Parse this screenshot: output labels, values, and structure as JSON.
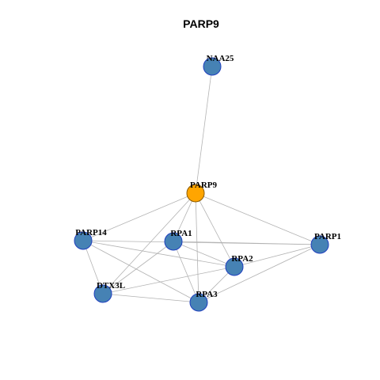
{
  "title": "PARP9",
  "colors": {
    "background": "#ffffff",
    "node_fill": "#4682b4",
    "node_stroke": "#1f3fbf",
    "center_fill": "#ffa500",
    "center_stroke": "#8a5a00",
    "edge": "#b3b3b3"
  },
  "network": {
    "nodes": [
      {
        "id": "NAA25",
        "label": "NAA25",
        "highlight": false
      },
      {
        "id": "PARP9",
        "label": "PARP9",
        "highlight": true
      },
      {
        "id": "PARP14",
        "label": "PARP14",
        "highlight": false
      },
      {
        "id": "RPA1",
        "label": "RPA1",
        "highlight": false
      },
      {
        "id": "PARP1",
        "label": "PARP1",
        "highlight": false
      },
      {
        "id": "RPA2",
        "label": "RPA2",
        "highlight": false
      },
      {
        "id": "DTX3L",
        "label": "DTX3L",
        "highlight": false
      },
      {
        "id": "RPA3",
        "label": "RPA3",
        "highlight": false
      }
    ],
    "edges": [
      [
        "NAA25",
        "PARP9"
      ],
      [
        "PARP9",
        "PARP14"
      ],
      [
        "PARP9",
        "RPA1"
      ],
      [
        "PARP9",
        "PARP1"
      ],
      [
        "PARP9",
        "RPA2"
      ],
      [
        "PARP9",
        "DTX3L"
      ],
      [
        "PARP9",
        "RPA3"
      ],
      [
        "PARP14",
        "PARP1"
      ],
      [
        "PARP14",
        "RPA2"
      ],
      [
        "PARP14",
        "DTX3L"
      ],
      [
        "PARP14",
        "RPA3"
      ],
      [
        "RPA1",
        "RPA2"
      ],
      [
        "RPA1",
        "RPA3"
      ],
      [
        "RPA1",
        "DTX3L"
      ],
      [
        "PARP1",
        "RPA2"
      ],
      [
        "PARP1",
        "RPA3"
      ],
      [
        "PARP1",
        "RPA1"
      ],
      [
        "RPA2",
        "DTX3L"
      ],
      [
        "RPA2",
        "RPA3"
      ],
      [
        "DTX3L",
        "RPA3"
      ]
    ]
  }
}
